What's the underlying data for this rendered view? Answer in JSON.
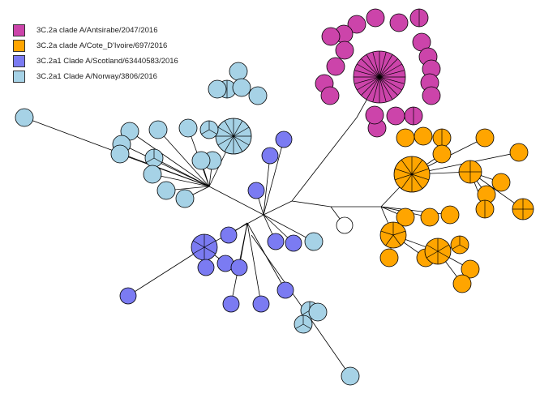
{
  "legend": [
    {
      "label": "3C.2a clade A/Antsirabe/2047/2016",
      "color": "#cc44aa"
    },
    {
      "label": "3C.2a clade A/Cote_D'Ivoire/697/2016",
      "color": "#ffa500"
    },
    {
      "label": "3C.2a1 Clade A/Scotland/63440583/2016",
      "color": "#7b7bf2"
    },
    {
      "label": "3C.2a1 Clade A/Norway/3806/2016",
      "color": "#a6d2e6"
    }
  ],
  "unsampled_color": "#ffffff"
}
